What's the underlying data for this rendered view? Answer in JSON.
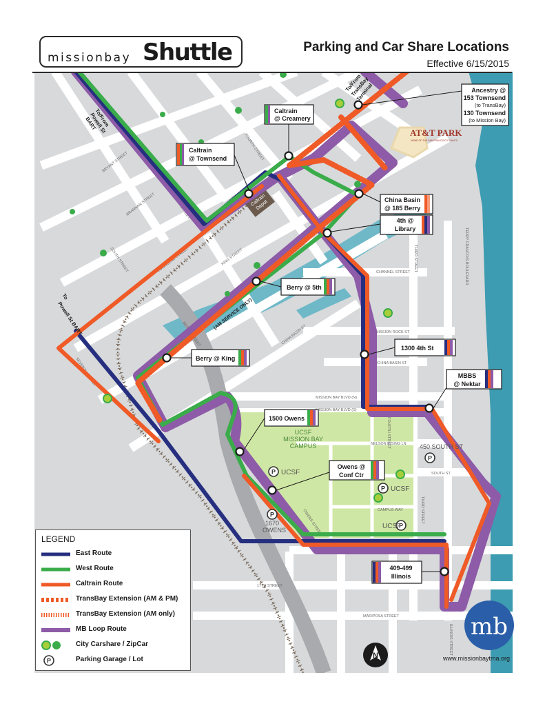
{
  "header": {
    "logo_small": "missionbay",
    "logo_big": "Shuttle",
    "title": "Parking and Car Share Locations",
    "effective": "Effective 6/15/2015"
  },
  "colors": {
    "east": "#262f7f",
    "west": "#3aac4a",
    "caltrain": "#ef5a27",
    "loop": "#8d5ba7",
    "water": "#3d9cb1",
    "street": "#ffffff",
    "block": "#d7d9db",
    "campus": "#cfe7a4"
  },
  "stops": {
    "caltrain_creamery": [
      "Caltrain",
      "@ Creamery"
    ],
    "caltrain_townsend": [
      "Caltrain",
      "@ Townsend"
    ],
    "ancestry": [
      "Ancestry @",
      "153 Townsend",
      "(to TransBay)",
      "130 Townsend",
      "(to Mission Bay)"
    ],
    "china_basin_berry": [
      "China Basin",
      "@ 185 Berry"
    ],
    "fourth_library": [
      "4th @",
      "Library"
    ],
    "berry_5th": [
      "Berry @ 5th"
    ],
    "berry_king": [
      "Berry @ King"
    ],
    "fourth_1300": [
      "1300 4th St"
    ],
    "mbbs": [
      "MBBS",
      "@ Nektar"
    ],
    "owens_1500": [
      "1500 Owens"
    ],
    "owens_conf": [
      "Owens @",
      "Conf Ctr"
    ],
    "illinois": [
      "409-499",
      "Illinois"
    ]
  },
  "places": {
    "att_park": "AT&T PARK",
    "att_tag": "HOME OF THE SAN FRANCISCO GIANTS",
    "caltrain_depot": [
      "Caltrain",
      "Depot"
    ],
    "campus": [
      "UCSF",
      "MISSION BAY",
      "CAMPUS"
    ],
    "ucsf_lot_1": "UCSF",
    "ucsf_lot_2": "UCSF",
    "ucsf_lot_3": "UCSF",
    "owens_1670": [
      "1670",
      "OWENS"
    ],
    "south_450": "450 SOUTH ST",
    "am_service": "(AM SERVICE ONLY)",
    "transbay_terminal": [
      "To/From",
      "TransBay",
      "Terminal"
    ],
    "powell_top": [
      "To/From",
      "Powell St",
      "BART"
    ],
    "powell_side": [
      "To",
      "Powell St BART"
    ]
  },
  "streets": {
    "bryant": "BRYANT STREET",
    "brannan": "BRANNAN STREET",
    "fifth": "5TH STREET",
    "fourth": "FOURTH STREET",
    "south": "SOUTH STREET",
    "townsend": "TOWNSEND STREET",
    "king": "KING STREET",
    "berry": "BERRY STREET",
    "seventh": "SEVENTH STREET",
    "channel": "CHANNEL STREET",
    "third": "THIRD STREET",
    "terry": "TERRY FRANCOIS BOULEVARD",
    "mission_rock": "MISSION ROCK ST",
    "china_basin": "CHINA BASIN ST",
    "mb_blvd_n": "MISSION BAY BLVD (N)",
    "mb_blvd_s": "MISSION BAY BLVD (S)",
    "nelson": "NELSON RISING LN",
    "fourth_lower": "FOURTH STREET",
    "south_st": "SOUTH ST",
    "campus_way": "CAMPUS WAY",
    "third_lower": "THIRD STREET",
    "owens": "OWENS STREET",
    "sixteenth": "16TH STREET",
    "seventeenth": "17TH STREET",
    "mariposa": "MARIPOSA STREET",
    "illinois": "ILLINOIS STREET"
  },
  "legend": {
    "title": "LEGEND",
    "items": [
      {
        "label": "East Route",
        "kind": "east"
      },
      {
        "label": "West Route",
        "kind": "west"
      },
      {
        "label": "Caltrain Route",
        "kind": "caltrain"
      },
      {
        "label": "TransBay Extension (AM & PM)",
        "kind": "tb_ampm"
      },
      {
        "label": "TransBay Extension (AM only)",
        "kind": "tb_am"
      },
      {
        "label": "MB Loop Route",
        "kind": "loop"
      },
      {
        "label": "City Carshare / ZipCar",
        "kind": "carshare"
      },
      {
        "label": "Parking Garage / Lot",
        "kind": "parking"
      }
    ]
  },
  "branding": {
    "mb_logo": "mb",
    "website": "www.missionbaytma.org",
    "compass": "N"
  }
}
